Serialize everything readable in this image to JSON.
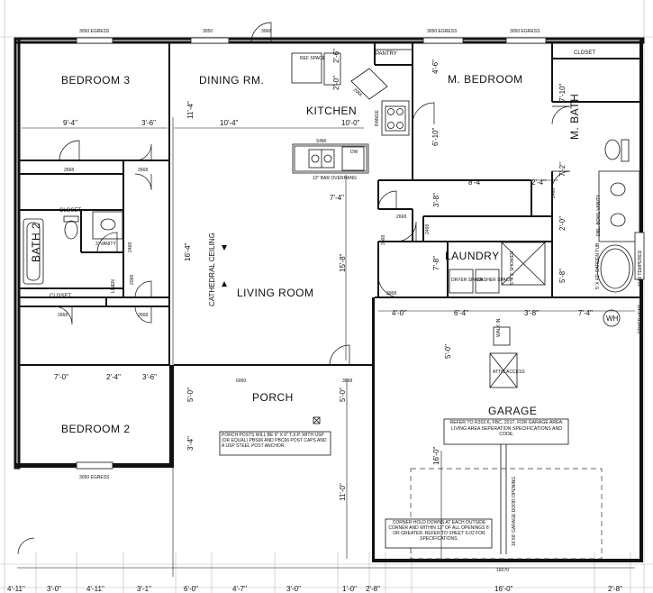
{
  "rooms": {
    "bedroom3": "BEDROOM 3",
    "dining": "DINING RM.",
    "kitchen": "KITCHEN",
    "pantry": "PANTRY",
    "master_bedroom": "M. BEDROOM",
    "closet_master": "CLOSET",
    "closet_hall": "CLOSET",
    "closet_lower": "CLOSET",
    "linen": "LINEN",
    "bath2": "BATH 2",
    "master_bath": "M. BATH",
    "laundry": "LAUNDRY",
    "living": "LIVING ROOM",
    "porch": "PORCH",
    "bedroom2": "BEDROOM 2",
    "garage": "GARAGE",
    "cathedral": "CATHEDRAL CEILING"
  },
  "fixtures": {
    "ref_space": "REF SPACE",
    "sink": "SINK",
    "range": "RANGE",
    "dw": "DW",
    "overhang": "12\" BAR OVERHANG",
    "vanity3": "3' VANITY",
    "dbl_vanity": "DBL. BOWL VANITY",
    "shower": "5' X 3' SHOWER",
    "tub": "5' X 42\" GARDEN TUB",
    "dryer_space": "DRYER SPACE",
    "washer_space": "WASHER SPACE",
    "attic_access": "ATTIC ACCESS",
    "walk_in": "WALK IN",
    "wh": "WH",
    "dryer_vent": "DRYER VENT",
    "garage_door": "16'X8' GARAGE DOOR OPENING",
    "tempered": "4040 TEMPERED"
  },
  "notes": {
    "garage_note": "REFER TO R302.6, FBC, 2017, FOR GARAGE AREA: LIVING AREA SEPERATION SPECIFICATIONS AND CODE.",
    "porch_note": "PORCH POSTS WILL BE 6\" X 6\" T.X.P. WITH USP (OR EQUAL) PBS66 AND PBC66 POST CAPS AND A USP STEEL POST ANCHOR.",
    "holddown_note": "CORNER HOLD DOWNS AT EACH OUTSIDE CORNER AND WITHIN 12\" OF ALL OPENINGS 6' OR GREATER. REFER TO SHEET S-02 FOR SPECIFICATIONS."
  },
  "windows": {
    "w3050_tl": "3050 EGRESS",
    "w3050_top": "3050",
    "w3068_top": "3068",
    "w3050_tr1": "3050 EGRESS",
    "w3050_tr2": "3050 EGRESS",
    "w3050_bl": "3050 EGRESS",
    "w6050": "6050",
    "w3068_porch": "3068",
    "w3068_mid": "3068",
    "w3068_gar": "3068",
    "w16070": "16070"
  },
  "dims": {
    "d9_4": "9'-4\"",
    "d3_6a": "3'-6\"",
    "d11_4": "11'-4\"",
    "d10_4": "10'-4\"",
    "d10_0": "10'-0\"",
    "d2_6": "2'-6\"",
    "d2_0": "2'-0\"",
    "d4_6": "4'-6\"",
    "d6_10": "6'-10\"",
    "d7_10": "7'-10\"",
    "d8_4": "8'-4\"",
    "d2_4a": "2'-4\"",
    "d7_2": "7'-2\"",
    "d7_4a": "7'-4\"",
    "d3_8a": "3'-8\"",
    "d2_0b": "2'-0\"",
    "d16_4": "16'-4\"",
    "d15_8": "15'-8\"",
    "d7_8": "7'-8\"",
    "d5_8": "5'-8\"",
    "d7_0": "7'-0\"",
    "d2_4b": "2'-4\"",
    "d3_6b": "3'-6\"",
    "d4_0": "4'-0\"",
    "d6_4": "6'-4\"",
    "d3_8b": "3'-8\"",
    "d7_4b": "7'-4\"",
    "d5_0a": "5'-0\"",
    "d5_0b": "5'-0\"",
    "d5_0c": "5'-0\"",
    "d3_4": "3'-4\"",
    "d16_0v": "16'-0\"",
    "d11_0": "11'-0\"",
    "b4_11a": "4'-11\"",
    "b3_0a": "3'-0\"",
    "b4_11b": "4'-11\"",
    "b3_1": "3'-1\"",
    "b6_0": "6'-0\"",
    "b4_7": "4'-7\"",
    "b3_0b": "3'-0\"",
    "b1_0": "1'-0\"",
    "b2_8a": "2'-8\"",
    "b16_0": "16'-0\"",
    "b2_8b": "2'-8\"",
    "door2668": "2668",
    "door2468": "2468",
    "door2068": "2068"
  }
}
